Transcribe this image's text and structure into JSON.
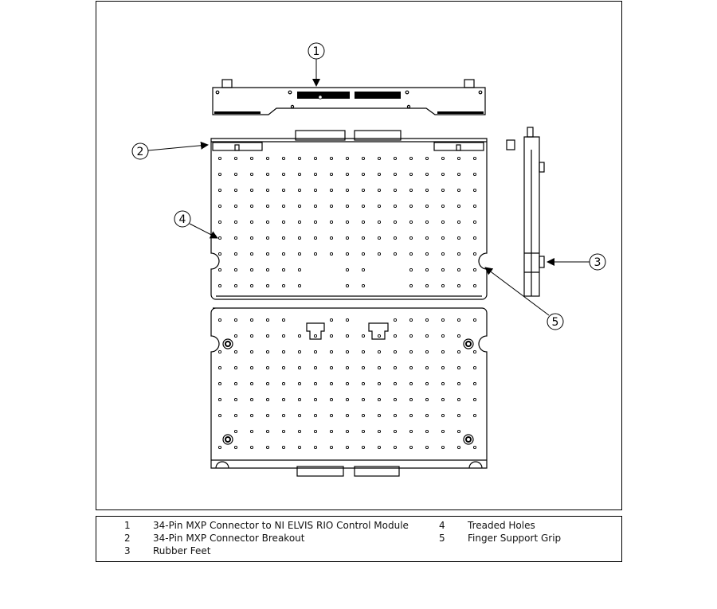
{
  "callouts": [
    {
      "num": "1"
    },
    {
      "num": "2"
    },
    {
      "num": "3"
    },
    {
      "num": "4"
    },
    {
      "num": "5"
    }
  ],
  "legend": [
    {
      "num": "1",
      "text": "34-Pin MXP Connector to NI ELVIS RIO Control Module"
    },
    {
      "num": "2",
      "text": "34-Pin MXP Connector Breakout"
    },
    {
      "num": "3",
      "text": "Rubber Feet"
    },
    {
      "num": "4",
      "text": "Treaded Holes"
    },
    {
      "num": "5",
      "text": "Finger Support Grip"
    }
  ]
}
